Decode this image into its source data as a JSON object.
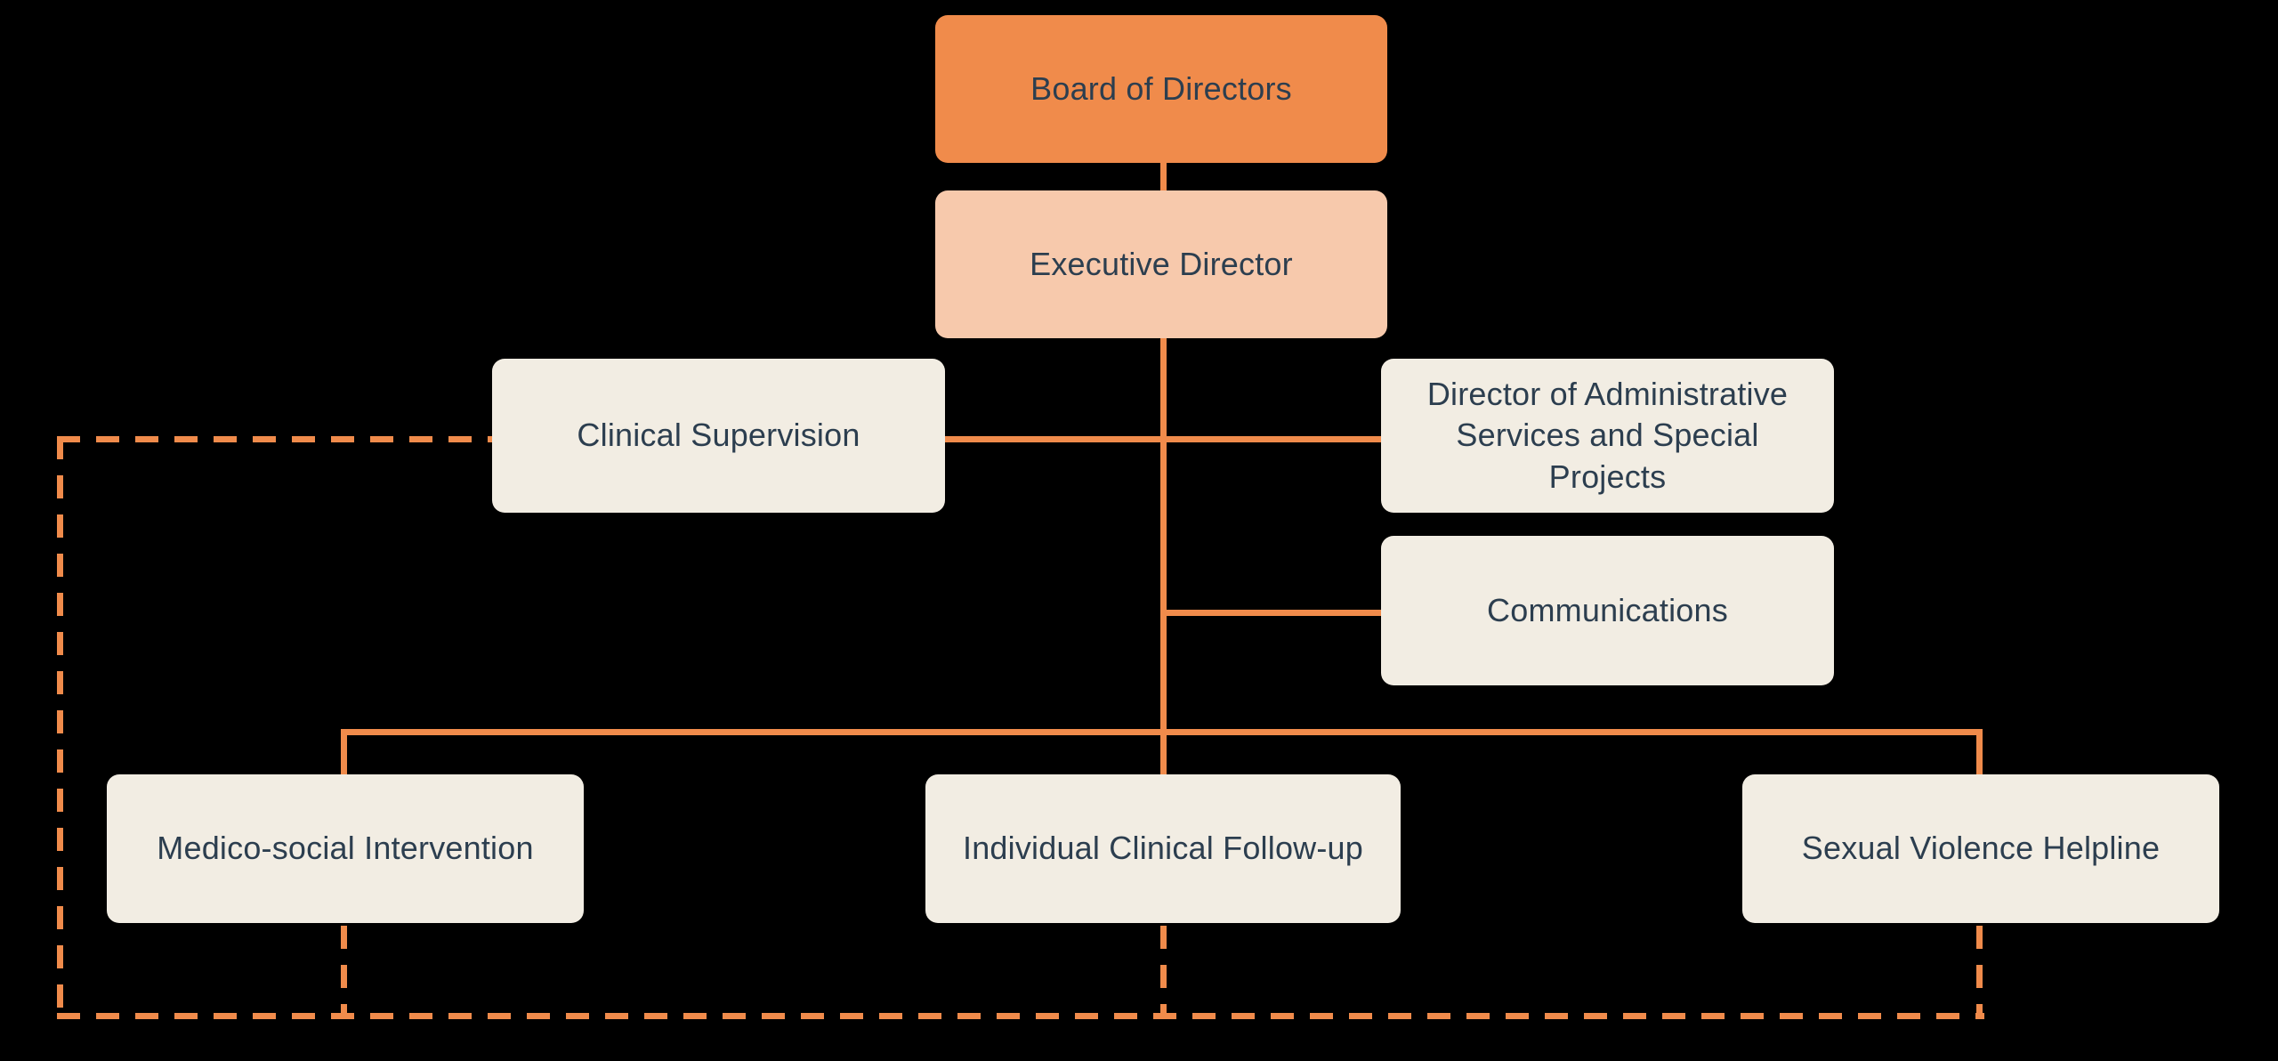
{
  "chart_data": {
    "type": "diagram",
    "diagram_kind": "organizational-chart",
    "title": "",
    "colors": {
      "background": "#000000",
      "root_fill": "#F08B4B",
      "executive_fill": "#F7C9AC",
      "standard_fill": "#F2EDE3",
      "text": "#2C3E4F",
      "connector": "#F08B4B",
      "dashed_connector": "#F08B4B"
    },
    "nodes": [
      {
        "id": "board",
        "label": "Board of Directors",
        "level": 0,
        "style": "root"
      },
      {
        "id": "exec",
        "label": "Executive Director",
        "level": 1,
        "style": "executive"
      },
      {
        "id": "clinical_sup",
        "label": "Clinical Supervision",
        "level": 2,
        "style": "standard"
      },
      {
        "id": "dir_admin",
        "label": "Director of Administrative Services and Special Projects",
        "level": 2,
        "style": "standard"
      },
      {
        "id": "comms",
        "label": "Communications",
        "level": 2,
        "style": "standard"
      },
      {
        "id": "medico",
        "label": "Medico-social Intervention",
        "level": 3,
        "style": "standard"
      },
      {
        "id": "followup",
        "label": "Individual Clinical Follow-up",
        "level": 3,
        "style": "standard"
      },
      {
        "id": "helpline",
        "label": "Sexual Violence Helpline",
        "level": 3,
        "style": "standard"
      }
    ],
    "edges": [
      {
        "from": "board",
        "to": "exec",
        "style": "solid"
      },
      {
        "from": "exec",
        "to": "dir_admin",
        "style": "solid"
      },
      {
        "from": "exec",
        "to": "clinical_sup",
        "style": "solid"
      },
      {
        "from": "exec",
        "to": "comms",
        "style": "solid"
      },
      {
        "from": "exec",
        "to": "medico",
        "style": "solid"
      },
      {
        "from": "exec",
        "to": "followup",
        "style": "solid"
      },
      {
        "from": "exec",
        "to": "helpline",
        "style": "solid"
      },
      {
        "from": "clinical_sup",
        "to": "medico",
        "style": "dashed"
      },
      {
        "from": "clinical_sup",
        "to": "followup",
        "style": "dashed"
      },
      {
        "from": "clinical_sup",
        "to": "helpline",
        "style": "dashed"
      }
    ]
  },
  "nodes": {
    "board": {
      "label": "Board of Directors"
    },
    "exec": {
      "label": "Executive Director"
    },
    "clinical_sup": {
      "label": "Clinical Supervision"
    },
    "dir_admin": {
      "line1": "Director of Administrative",
      "line2": "Services and Special",
      "line3": "Projects"
    },
    "comms": {
      "label": "Communications"
    },
    "medico": {
      "label": "Medico-social Intervention"
    },
    "followup": {
      "label": "Individual Clinical Follow-up"
    },
    "helpline": {
      "label": "Sexual Violence Helpline"
    }
  }
}
